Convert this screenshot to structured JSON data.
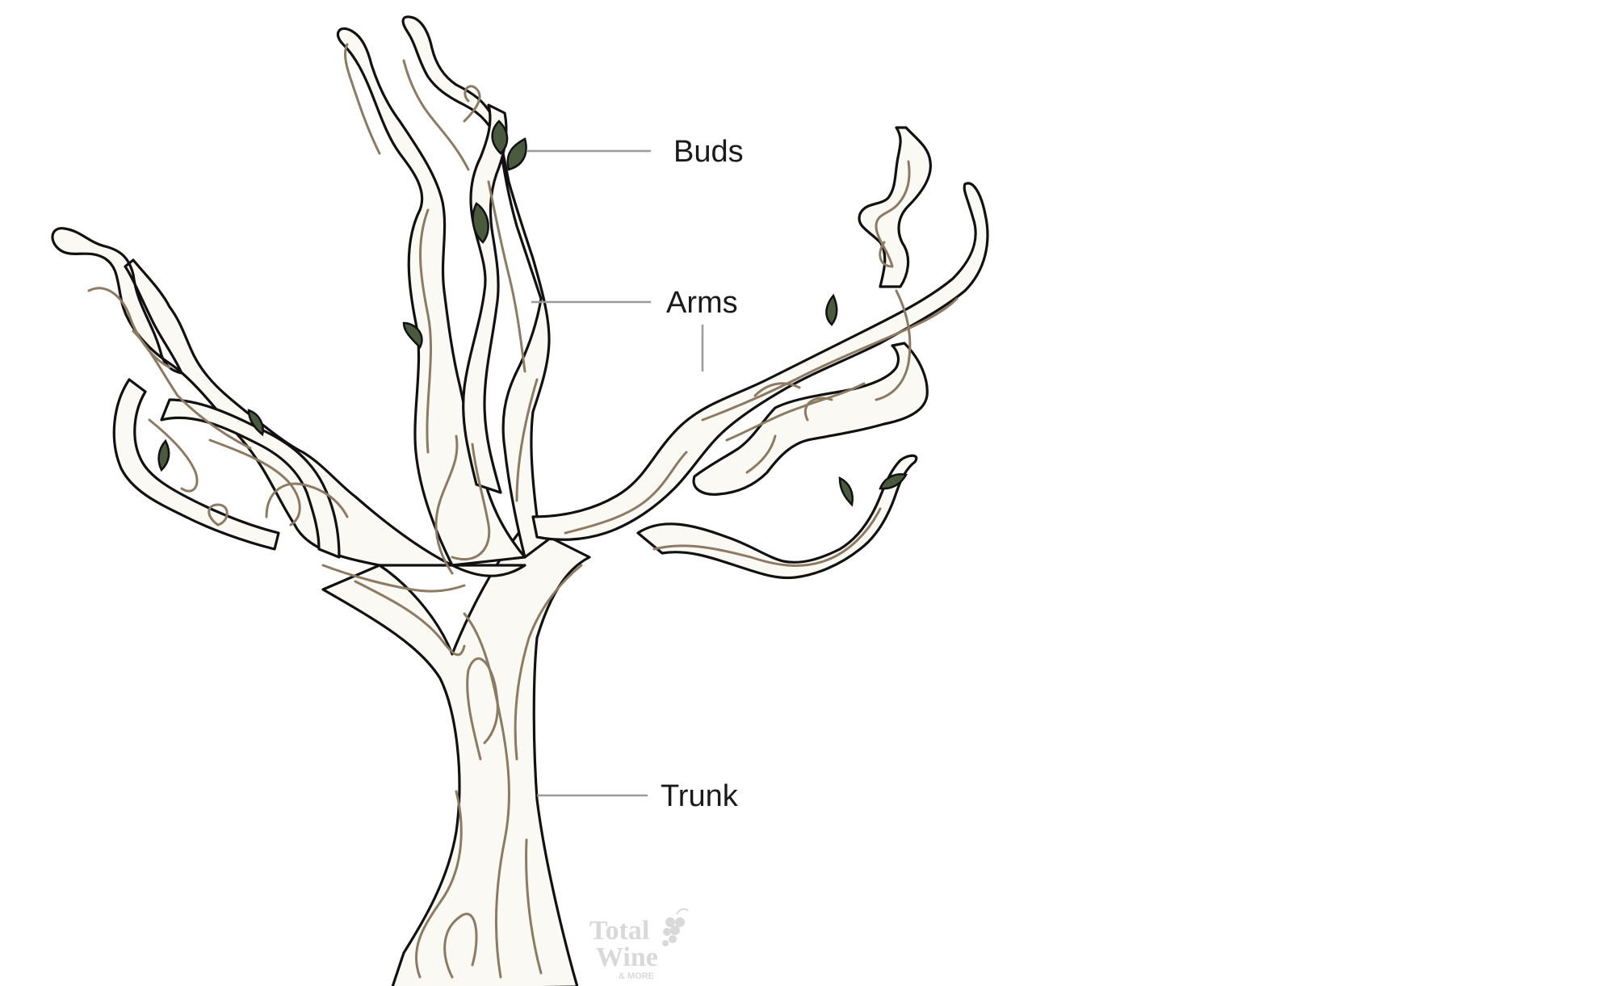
{
  "labels": {
    "buds": "Buds",
    "arms": "Arms",
    "trunk": "Trunk"
  },
  "watermark": {
    "line1": "Total",
    "line2": "Wine",
    "line3": "& MORE"
  },
  "colors": {
    "leaf": "#4a5a3f",
    "grain": "#8c7a63",
    "wood": "#fbf9f4",
    "outline": "#111111",
    "leader": "#9b9b9b"
  }
}
